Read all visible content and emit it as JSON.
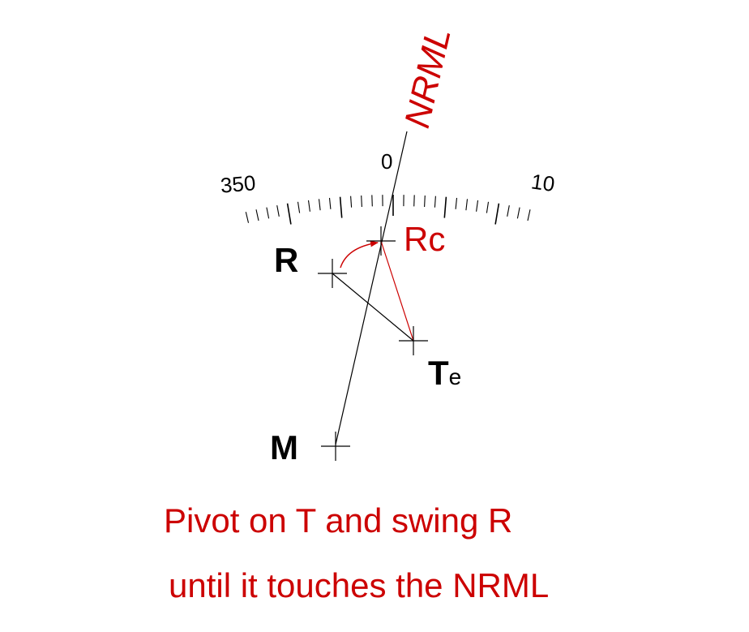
{
  "colors": {
    "ink": "#000000",
    "accent": "#cc0000"
  },
  "scale": {
    "labels": [
      {
        "id": "350",
        "text": "350"
      },
      {
        "id": "0",
        "text": "0"
      },
      {
        "id": "10",
        "text": "10"
      }
    ]
  },
  "points": {
    "R": {
      "label": "R"
    },
    "Rc": {
      "label": "Rc"
    },
    "Te": {
      "label": "T",
      "subscript": "e"
    },
    "M": {
      "label": "M"
    }
  },
  "nrml": {
    "label": "NRML"
  },
  "caption": {
    "line1": "Pivot on  T and swing  R",
    "line2": "until it touches the NRML"
  }
}
